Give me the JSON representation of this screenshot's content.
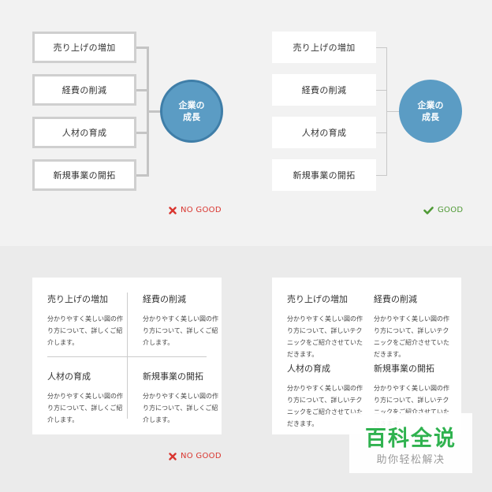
{
  "top_bad": {
    "items": [
      "売り上げの増加",
      "経費の削減",
      "人材の育成",
      "新規事業の開拓"
    ],
    "center": [
      "企業の",
      "成長"
    ],
    "verdict": "NO GOOD",
    "verdict_color": "#d9352f"
  },
  "top_good": {
    "items": [
      "売り上げの増加",
      "経費の削減",
      "人材の育成",
      "新規事業の開拓"
    ],
    "center": [
      "企業の",
      "成長"
    ],
    "verdict": "GOOD",
    "verdict_color": "#4f9a35"
  },
  "bottom_bad": {
    "cells": [
      {
        "title": "売り上げの増加",
        "body": "分かりやすく美しい図の作り方について、詳しくご紹介します。"
      },
      {
        "title": "経費の削減",
        "body": "分かりやすく美しい図の作り方について、詳しくご紹介します。"
      },
      {
        "title": "人材の育成",
        "body": "分かりやすく美しい図の作り方について、詳しくご紹介します。"
      },
      {
        "title": "新規事業の開拓",
        "body": "分かりやすく美しい図の作り方について、詳しくご紹介します。"
      }
    ],
    "verdict": "NO GOOD"
  },
  "bottom_good": {
    "cells": [
      {
        "title": "売り上げの増加",
        "body": "分かりやすく美しい図の作り方について、詳しいテクニックをご紹介させていただきます。"
      },
      {
        "title": "経費の削減",
        "body": "分かりやすく美しい図の作り方について、詳しいテクニックをご紹介させていただきます。"
      },
      {
        "title": "人材の育成",
        "body": "分かりやすく美しい図の作り方について、詳しいテクニックをご紹介させていただきます。"
      },
      {
        "title": "新規事業の開拓",
        "body": "分かりやすく美しい図の作り方について、詳しいテクニックをご紹介させていただきます。"
      }
    ]
  },
  "watermark": {
    "title": "百科全说",
    "subtitle": "助你轻松解决"
  },
  "colors": {
    "circle_fill": "#5b9cc4",
    "good_green": "#4f9a35",
    "bad_red": "#d9352f",
    "watermark_green": "#2fb24f"
  }
}
